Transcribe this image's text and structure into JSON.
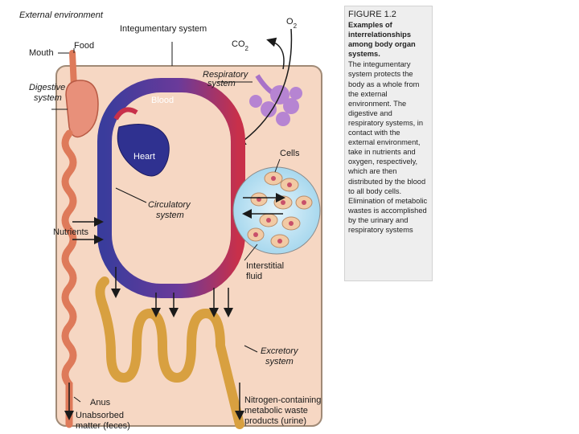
{
  "figure": {
    "labels": {
      "external_environment": "External environment",
      "integumentary_system": "Integumentary system",
      "o2": "O",
      "o2_sub": "2",
      "co2": "CO",
      "co2_sub": "2",
      "mouth": "Mouth",
      "food": "Food",
      "digestive_system_1": "Digestive",
      "digestive_system_2": "system",
      "respiratory_system_1": "Respiratory",
      "respiratory_system_2": "system",
      "blood": "Blood",
      "heart": "Heart",
      "cells": "Cells",
      "circulatory_system_1": "Circulatory",
      "circulatory_system_2": "system",
      "nutrients": "Nutrients",
      "interstitial_fluid_1": "Interstitial",
      "interstitial_fluid_2": "fluid",
      "excretory_system_1": "Excretory",
      "excretory_system_2": "system",
      "anus": "Anus",
      "unabsorbed_1": "Unabsorbed",
      "unabsorbed_2": "matter (feces)",
      "nitrogen_1": "Nitrogen-containing",
      "nitrogen_2": "metabolic waste",
      "nitrogen_3": "products (urine)"
    }
  },
  "caption": {
    "title": "FIGURE 1.2",
    "heading": "Examples of interrelationships among body organ systems.",
    "body": "The integumentary system protects the body as a whole from the external environment. The digestive and respiratory systems, in contact with the external environment, take in nutrients and oxygen, respectively, which are then distributed by the blood to all body cells. Elimination of metabolic wastes is accomplished by the urinary and respiratory systems"
  },
  "colors": {
    "body_fill": "#f6d7c3",
    "body_border": "#a08a76",
    "digestive": "#de7a5a",
    "blood_blue": "#3a3c9c",
    "blood_red": "#c8304a",
    "lung": "#a872c8",
    "kidney": "#e0a94c",
    "fluid": "#bfe4f4",
    "cell": "#f2caa4"
  }
}
